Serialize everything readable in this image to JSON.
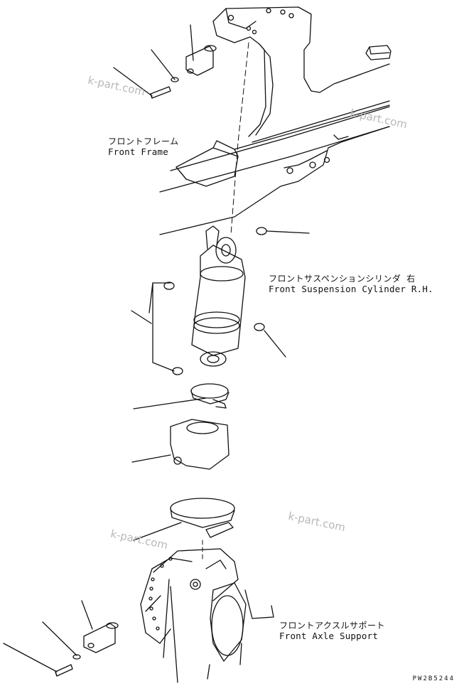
{
  "labels": {
    "front_frame": {
      "jp": "フロントフレーム",
      "en": "Front Frame"
    },
    "cylinder": {
      "jp": "フロントサスペンションシリンダ 右",
      "en": "Front Suspension Cylinder R.H."
    },
    "axle_support": {
      "jp": "フロントアクスルサポート",
      "en": "Front Axle Support"
    }
  },
  "watermark": "k-part.com",
  "drawing_code": "PW2B5244"
}
